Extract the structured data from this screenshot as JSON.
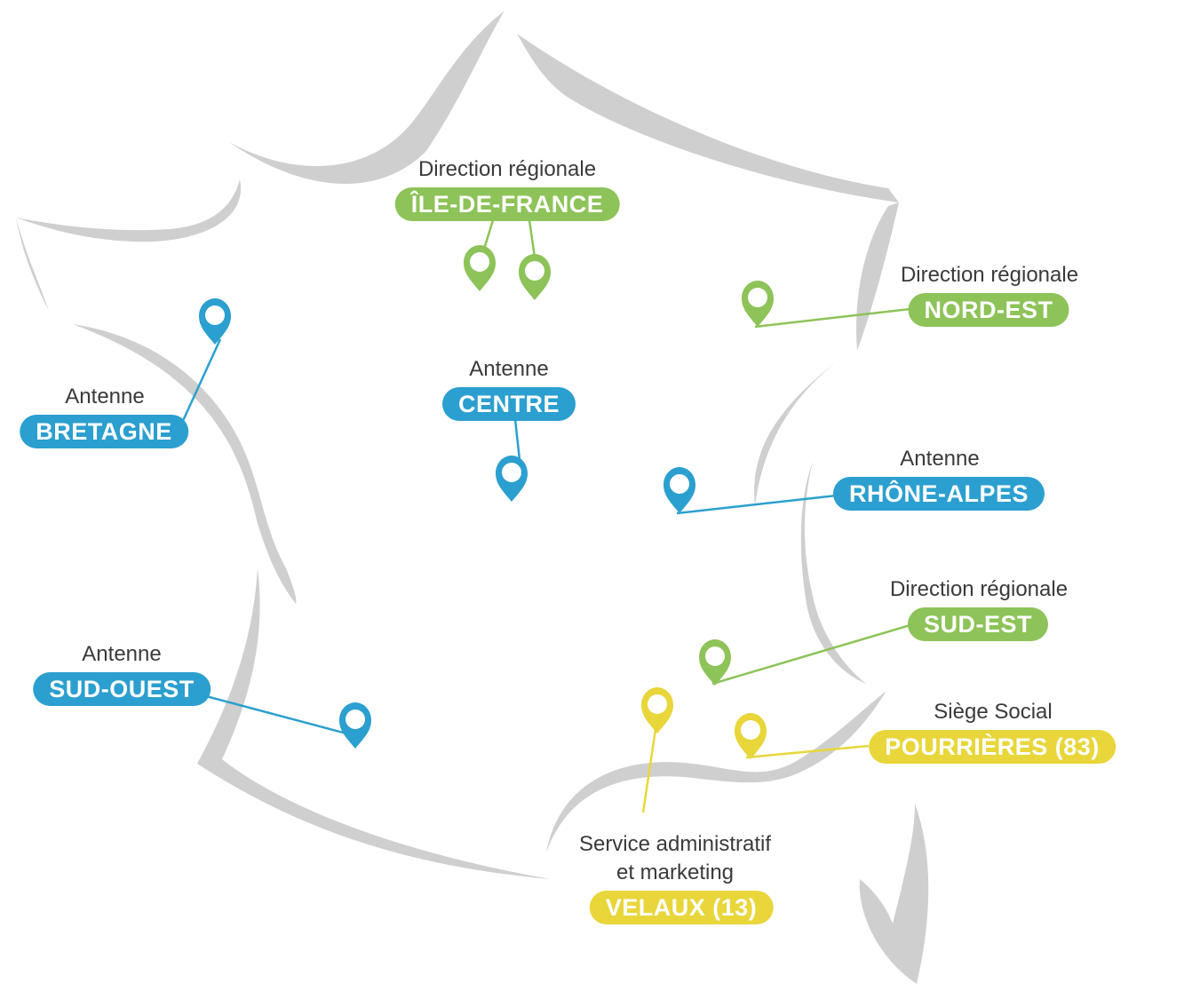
{
  "colors": {
    "outline": "#cfcfcf",
    "direction": "#8dc358",
    "antenne": "#2b9fcf",
    "siege": "#e8d63a"
  },
  "icons": {
    "pin": "map-pin-icon"
  },
  "locations": {
    "idf": {
      "caption": "Direction régionale",
      "name": "ÎLE-DE-FRANCE"
    },
    "nordest": {
      "caption": "Direction régionale",
      "name": "NORD-EST"
    },
    "bretagne": {
      "caption": "Antenne",
      "name": "BRETAGNE"
    },
    "centre": {
      "caption": "Antenne",
      "name": "CENTRE"
    },
    "rhone": {
      "caption": "Antenne",
      "name": "RHÔNE-ALPES"
    },
    "sudest": {
      "caption": "Direction régionale",
      "name": "SUD-EST"
    },
    "sudouest": {
      "caption": "Antenne",
      "name": "SUD-OUEST"
    },
    "siege": {
      "caption": "Siège Social",
      "name": "POURRIÈRES (83)"
    },
    "velaux": {
      "caption_line1": "Service administratif",
      "caption_line2": "et marketing",
      "name": "VELAUX (13)"
    }
  }
}
